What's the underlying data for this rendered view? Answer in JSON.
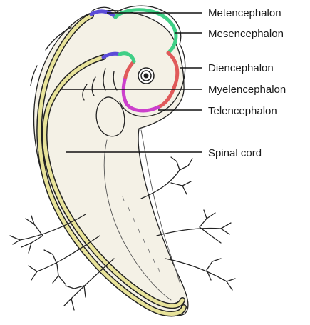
{
  "labels": {
    "metencephalon": "Metencephalon",
    "mesencephalon": "Mesencephalon",
    "diencephalon": "Diencephalon",
    "myelencephalon": "Myelencephalon",
    "telencephalon": "Telencephalon",
    "spinal_cord": "Spinal cord"
  },
  "colors": {
    "metencephalon": "#5b4bd8",
    "mesencephalon": "#3fcf86",
    "diencephalon": "#e05a5a",
    "telencephalon": "#cc40cc",
    "spinal_cord": "#e8e39a",
    "outline": "#222222"
  }
}
